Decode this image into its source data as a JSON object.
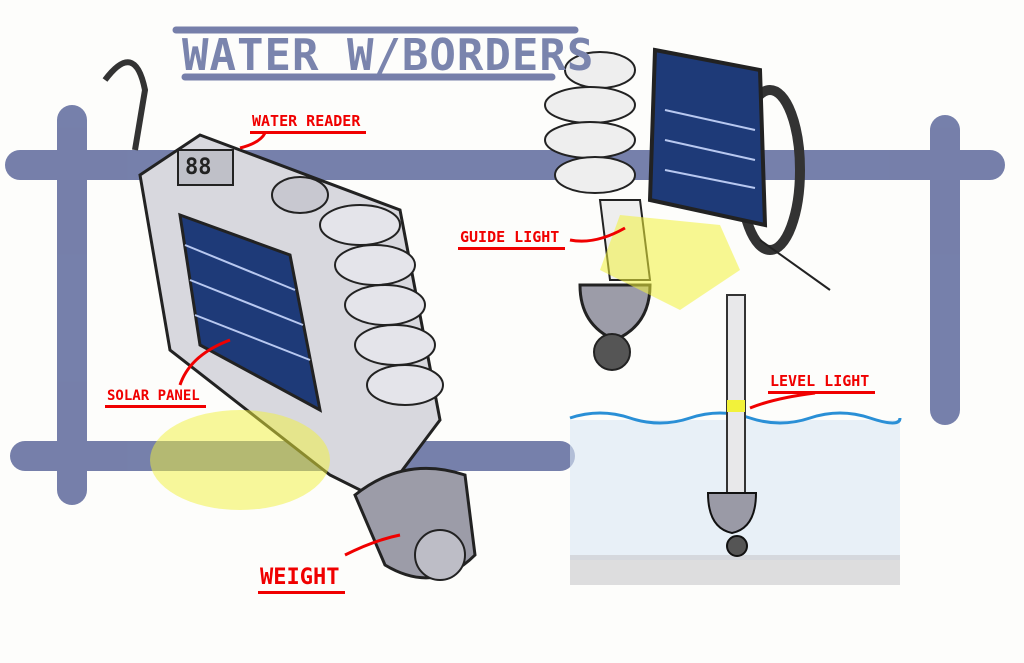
{
  "title": "WATER W/BORDERS",
  "labels": {
    "water_reader": "WATER READER",
    "solar_panel": "SOLAR PANEL",
    "weight": "WEIGHT",
    "guide_light": "GUIDE LIGHT",
    "level_light": "LEVEL LIGHT"
  },
  "device_display": "88",
  "colors": {
    "border": "#6f79a6",
    "label": "#f00000",
    "highlight": "#f2f23a",
    "water": "#2a8fd6",
    "panel": "#1e3a78"
  }
}
